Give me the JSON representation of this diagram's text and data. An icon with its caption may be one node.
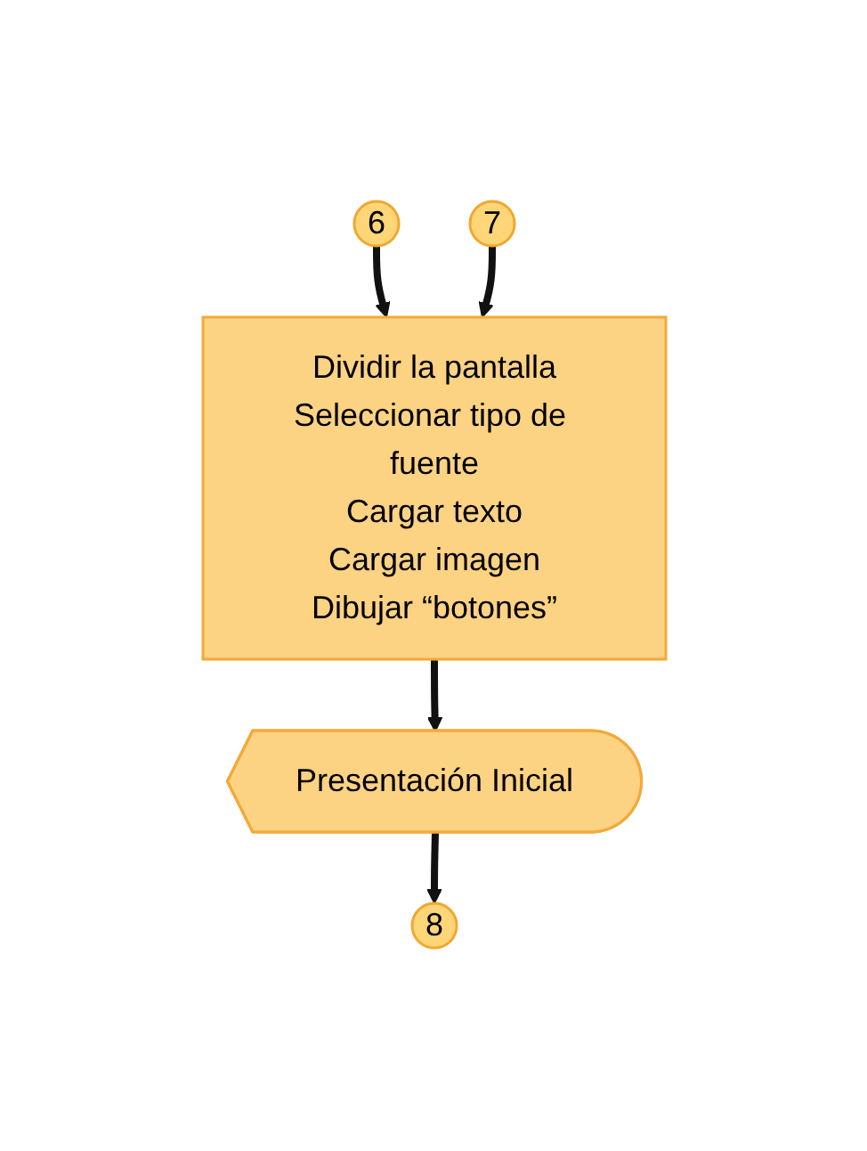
{
  "diagram": {
    "nodes": [
      {
        "text": [
          "6"
        ]
      },
      {
        "text": [
          "Dividir la pantalla",
          "Seleccionar tipo de fuente",
          "Cargar texto",
          "Cargar imagen",
          "Dibujar “botones”"
        ]
      },
      {
        "text": [
          "7"
        ]
      },
      {
        "text": [
          "Presentación Inicial"
        ]
      },
      {
        "text": [
          "8"
        ]
      }
    ],
    "edges": [
      {
        "from": 0,
        "to": 1,
        "arrow": "to"
      },
      {
        "from": 2,
        "to": 1,
        "arrow": "to"
      },
      {
        "from": 1,
        "to": 3,
        "arrow": "to"
      },
      {
        "from": 3,
        "to": 4,
        "arrow": "to"
      }
    ]
  }
}
